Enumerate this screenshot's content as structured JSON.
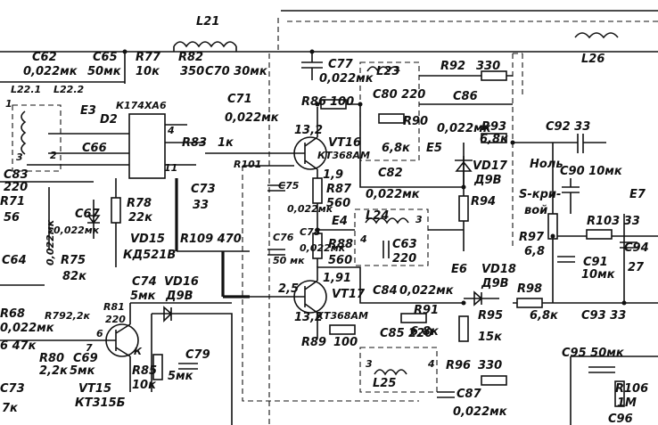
{
  "labels": {
    "L21": "L21",
    "L26": "L26",
    "C62": "C62",
    "C62v": "0,022мк",
    "C65": "C65",
    "C65v": "50мк",
    "R77": "R77",
    "R77v": "10к",
    "R82": "R82",
    "R82v": "350",
    "C70": "C70 30мк",
    "C71": "C71",
    "C71v": "0,022мк",
    "C77": "C77",
    "C77v": "0,022мк",
    "L23": "L23",
    "R92": "R92",
    "R92v": "330",
    "C80": "C80 220",
    "R86": "R86",
    "R86v": "100",
    "C86": "C86",
    "C86v": "0,022мк",
    "R90": "R90",
    "R90v": "6,8к",
    "R93": "R93",
    "R93v": "6,8к",
    "C92": "C92 33",
    "L22_1": "L22.1",
    "L22_2": "L22.2",
    "E3": "E3",
    "D2": "D2",
    "K174XA6": "К174ХА6",
    "R83": "R83",
    "r1k": "1к",
    "R101": "R101",
    "VT16": "VT16",
    "VT16t": "КТ368АМ",
    "E5": "E5",
    "VD17": "VD17",
    "VD17t": "Д9В",
    "Noll": "Ноль",
    "Skri": "S-кри-",
    "voy": "вой",
    "C90": "C90 10мк",
    "E7": "E7",
    "C66": "C66",
    "C83": "C83",
    "C83v": "220",
    "C73": "C73",
    "C73v": "33",
    "C75": "C75",
    "C75v": "0,022мк",
    "R87": "R87",
    "R87v": "560",
    "C82": "C82",
    "C82v": "0,022мк",
    "R94": "R94",
    "R71": "R71",
    "R71v": "56",
    "C67": "C67",
    "C67v": "0,022мк",
    "R78": "R78",
    "R78v": "22к",
    "E4": "E4",
    "L24": "L24",
    "C78": "C78",
    "C78v": "0,022мк",
    "R103": "R103 33",
    "R97": "R97",
    "R97v": "6,8",
    "C76": "C76",
    "C76v": "50 мк",
    "C63": "C63",
    "C63v": "220",
    "R88": "R88",
    "R88v": "560",
    "C94": "C94",
    "C94v": "27",
    "C64": "C64",
    "C64v": "0,022мк",
    "R75": "R75",
    "R75v": "82к",
    "VD15": "VD15",
    "VD15t": "КД521В",
    "R109": "R109 470",
    "C91": "C91",
    "C91v": "10мк",
    "E6": "E6",
    "VD18": "VD18",
    "VD18t": "Д9В",
    "C74": "C74",
    "C74v": "5мк",
    "VD16": "VD16",
    "VD16t": "Д9В",
    "C84": "C84",
    "C84v": "0,022мк",
    "VT17": "VT17",
    "VT17t": "КТ368АМ",
    "R98": "R98",
    "R98v": "6,8к",
    "C93": "C93 33",
    "R68": "R68",
    "R68v": "0,022мк",
    "R79": "R79",
    "R79v": "2,2к",
    "R81": "R81",
    "R81v": "220",
    "R91": "R91",
    "R91v": "6,8к",
    "R95": "R95",
    "R95v": "15к",
    "R80": "R80",
    "R80v": "2,2к",
    "C69": "C69",
    "C69v": "5мк",
    "R89": "R89",
    "R89v": "100",
    "C85": "C85 220",
    "C95": "C95 50мк",
    "C73b": "C73",
    "C73bv": "7к",
    "VT15": "VT15",
    "VT15t": "КТ315Б",
    "R85": "R85",
    "R85v": "10к",
    "C79": "C79",
    "C79v": "5мк",
    "L25": "L25",
    "R96": "R96",
    "R96v": "330",
    "C87": "C87",
    "C87v": "0,022мк",
    "R106": "R106",
    "R106v": "1М",
    "C96": "C96",
    "p47k": "6 47к",
    "n132a": "13,2",
    "n19": "1,9",
    "n25": "2,5",
    "n191": "1,91",
    "n132b": "13,2",
    "p1": "1",
    "p2": "2",
    "p3": "3",
    "p4": "4",
    "p11": "11",
    "pin3": "3",
    "pin4": "4",
    "pin3b": "3",
    "pin4b": "4",
    "K": "К",
    "r6": "6",
    "q7": "7"
  }
}
